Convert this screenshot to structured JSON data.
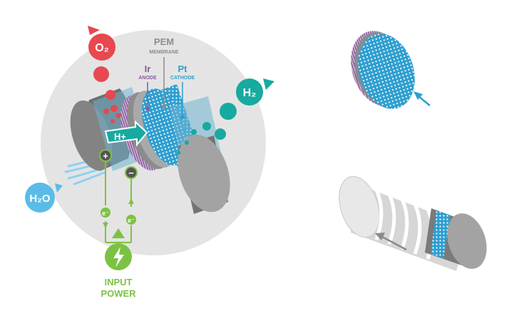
{
  "labels": {
    "pem": "PEM",
    "membrane": "MEMBRANE",
    "ir": "Ir",
    "anode": "ANODE",
    "pt": "Pt",
    "cathode": "CATHODE",
    "o2": "O₂",
    "h2": "H₂",
    "h2o": "H₂O",
    "hplus": "H+",
    "electron": "e⁻",
    "plus": "+",
    "minus": "−",
    "input": "INPUT",
    "power": "POWER"
  },
  "colors": {
    "oxygen": "#e8484f",
    "hydrogen": "#17aaa0",
    "water": "#5bbbe8",
    "power": "#7cc242",
    "iridium": "#8a5a9e",
    "platinum": "#2f9fd0",
    "pem": "#8c8c8c",
    "backdrop": "#e4e4e4",
    "arrow_blue": "#2f9fd0",
    "arrow_grey": "#8a8a8a"
  },
  "icons": {
    "bolt": "lightning-bolt-icon",
    "arrow": "direction-arrow-icon"
  }
}
